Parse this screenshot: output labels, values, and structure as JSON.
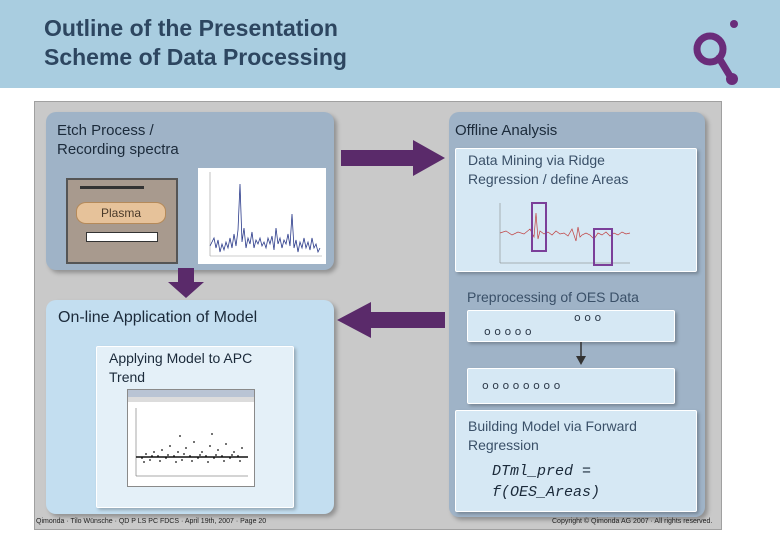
{
  "header": {
    "title_line1": "Outline of the Presentation",
    "title_line2": "Scheme of Data Processing"
  },
  "etch": {
    "title_line1": "Etch Process /",
    "title_line2": "Recording spectra",
    "plasma_label": "Plasma"
  },
  "offline": {
    "title": "Offline Analysis",
    "mining_line1": "Data Mining via Ridge",
    "mining_line2": "Regression / define Areas",
    "preprocessing": "Preprocessing of OES Data",
    "circles_top": "o o o",
    "circles_mid": "o o o o o",
    "circles_bottom": "o o o o o o o o",
    "building_line1": "Building Model via Forward",
    "building_line2": "Regression",
    "formula_line1": "DTml_pred =",
    "formula_line2": "f(OES_Areas)"
  },
  "online": {
    "title": "On-line Application of Model",
    "apply_line1": "Applying Model to APC",
    "apply_line2": "Trend"
  },
  "footer": {
    "left": "Qimonda · Tilo Wünsche · QD P LS PC FDCS · April 19th, 2007 · Page 20",
    "right": "Copyright © Qimonda AG 2007 · All rights reserved."
  },
  "colors": {
    "header_bg": "#a9cde0",
    "title_text": "#2d4660",
    "logo": "#6a2c7a",
    "panel_bg": "#9fb3c7",
    "online_bg": "#c3def0",
    "arrow": "#5a2a6a",
    "highlight_box": "#7b3f99"
  }
}
